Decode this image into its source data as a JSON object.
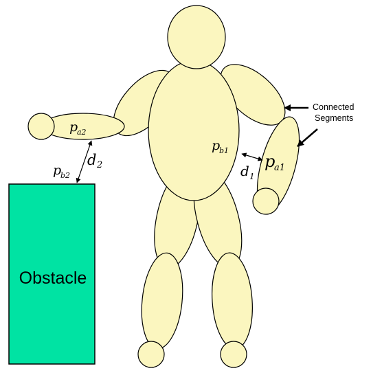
{
  "obstacle": {
    "label": "Obstacle",
    "color": "#00e3a3"
  },
  "figure": {
    "color": "#fbf6bf"
  },
  "callout": {
    "line1": "Connected",
    "line2": "Segments"
  },
  "symbols": {
    "pa2": {
      "base": "p",
      "sub": "a2"
    },
    "pb2": {
      "base": "p",
      "sub": "b2"
    },
    "d2": {
      "base": "d",
      "sub": "2"
    },
    "pb1": {
      "base": "p",
      "sub": "b1"
    },
    "pa1": {
      "base": "p",
      "sub": "a1"
    },
    "d1": {
      "base": "d",
      "sub": "1"
    }
  }
}
